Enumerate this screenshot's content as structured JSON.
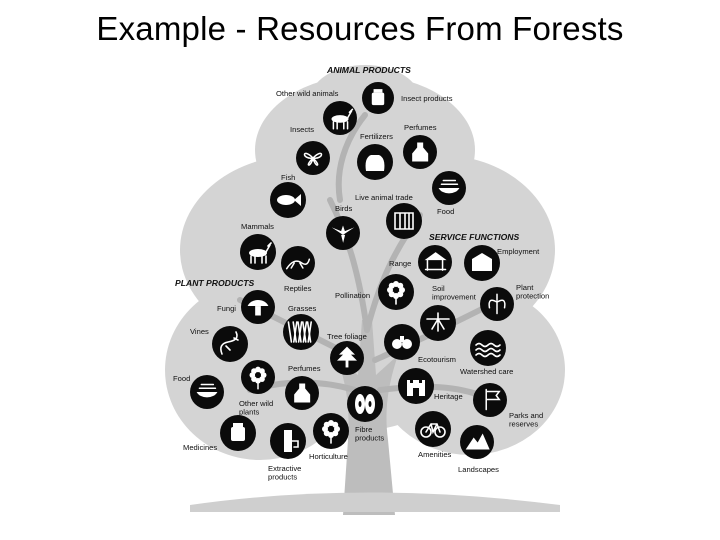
{
  "title": "Example - Resources From Forests",
  "sections": {
    "animal": "ANIMAL PRODUCTS",
    "plant": "PLANT PRODUCTS",
    "service": "SERVICE FUNCTIONS"
  },
  "nodes": [
    {
      "id": "insect-products",
      "icon": "jar-icon",
      "label_lines": [
        "Insect products"
      ]
    },
    {
      "id": "other-wild-animals",
      "icon": "deer-icon",
      "label_lines": [
        "Other wild animals"
      ]
    },
    {
      "id": "insects",
      "icon": "butterfly-icon",
      "label_lines": [
        "Insects"
      ]
    },
    {
      "id": "fertilizers",
      "icon": "sack-icon",
      "label_lines": [
        "Fertilizers"
      ]
    },
    {
      "id": "perfumes-animal",
      "icon": "flask-icon",
      "label_lines": [
        "Perfumes"
      ]
    },
    {
      "id": "fish",
      "icon": "fish-icon",
      "label_lines": [
        "Fish"
      ]
    },
    {
      "id": "food-animal",
      "icon": "bowl-icon",
      "label_lines": [
        "Food"
      ]
    },
    {
      "id": "live-animal-trade",
      "icon": "cage-icon",
      "label_lines": [
        "Live animal trade"
      ]
    },
    {
      "id": "birds",
      "icon": "bird-icon",
      "label_lines": [
        "Birds"
      ]
    },
    {
      "id": "mammals",
      "icon": "mammal-icon",
      "label_lines": [
        "Mammals"
      ]
    },
    {
      "id": "reptiles",
      "icon": "lizard-icon",
      "label_lines": [
        "Reptiles"
      ]
    },
    {
      "id": "employment",
      "icon": "building-icon",
      "label_lines": [
        "Employment"
      ]
    },
    {
      "id": "range",
      "icon": "shed-icon",
      "label_lines": [
        "Range"
      ]
    },
    {
      "id": "pollination",
      "icon": "flower-icon",
      "label_lines": [
        "Pollination"
      ]
    },
    {
      "id": "soil-improvement",
      "icon": "roots-icon",
      "label_lines": [
        "Soil",
        "improvement"
      ]
    },
    {
      "id": "plant-protection",
      "icon": "sprout-icon",
      "label_lines": [
        "Plant",
        "protection"
      ]
    },
    {
      "id": "fungi",
      "icon": "mushroom-icon",
      "label_lines": [
        "Fungi"
      ]
    },
    {
      "id": "grasses",
      "icon": "grass-icon",
      "label_lines": [
        "Grasses"
      ]
    },
    {
      "id": "tree-foliage",
      "icon": "tree-icon",
      "label_lines": [
        "Tree foliage"
      ]
    },
    {
      "id": "ecotourism",
      "icon": "binoculars-icon",
      "label_lines": [
        "Ecotourism"
      ]
    },
    {
      "id": "watershed-care",
      "icon": "waves-icon",
      "label_lines": [
        "Watershed care"
      ]
    },
    {
      "id": "vines",
      "icon": "vine-icon",
      "label_lines": [
        "Vines"
      ]
    },
    {
      "id": "food-plant",
      "icon": "bread-icon",
      "label_lines": [
        "Food"
      ]
    },
    {
      "id": "perfumes-plant",
      "icon": "blossom-icon",
      "label_lines": [
        "Perfumes"
      ]
    },
    {
      "id": "other-wild-plants",
      "icon": "bottle-icon",
      "label_lines": [
        "Other wild",
        "plants"
      ]
    },
    {
      "id": "heritage",
      "icon": "castle-icon",
      "label_lines": [
        "Heritage"
      ]
    },
    {
      "id": "parks-and-reserves",
      "icon": "sign-icon",
      "label_lines": [
        "Parks and",
        "reserves"
      ]
    },
    {
      "id": "medicines",
      "icon": "medicine-jar-icon",
      "label_lines": [
        "Medicines"
      ]
    },
    {
      "id": "extractive-products",
      "icon": "tapping-icon",
      "label_lines": [
        "Extractive",
        "products"
      ]
    },
    {
      "id": "horticulture",
      "icon": "potted-flower-icon",
      "label_lines": [
        "Horticulture"
      ]
    },
    {
      "id": "fibre-products",
      "icon": "paper-rolls-icon",
      "label_lines": [
        "Fibre",
        "products"
      ]
    },
    {
      "id": "amenities",
      "icon": "bicycle-icon",
      "label_lines": [
        "Amenities"
      ]
    },
    {
      "id": "landscapes",
      "icon": "mountain-icon",
      "label_lines": [
        "Landscapes"
      ]
    }
  ]
}
